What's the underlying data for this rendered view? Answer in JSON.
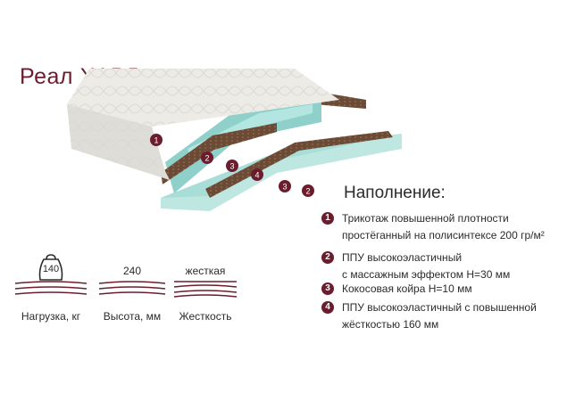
{
  "product_title": "Реал ХАРД",
  "filling": {
    "title": "Наполнение:",
    "items": [
      {
        "num": "1",
        "lines": [
          "Трикотаж повышенной плотности",
          "простёганный на полисинтексе 200 гр/м²"
        ]
      },
      {
        "num": "2",
        "lines": [
          "ППУ высокоэластичный",
          "с массажным эффектом Н=30 мм"
        ]
      },
      {
        "num": "3",
        "lines": [
          "Кокосовая койра Н=10 мм"
        ]
      },
      {
        "num": "4",
        "lines": [
          "ППУ высокоэластичный с повышенной",
          "жёсткостью 160 мм"
        ]
      }
    ]
  },
  "specs": {
    "load": {
      "value": "140",
      "label": "Нагрузка, кг",
      "icon": "weight-icon"
    },
    "height": {
      "value": "240",
      "label": "Высота, мм"
    },
    "firmness": {
      "value": "жесткая",
      "label": "Жесткость"
    }
  },
  "diagram_markers": [
    "1",
    "2",
    "3",
    "4",
    "3",
    "2"
  ],
  "colors": {
    "accent": "#6b1d2e",
    "foam": "#9fd9d3",
    "coconut": "#6b4a36",
    "fabric": "#e9e8e3"
  }
}
